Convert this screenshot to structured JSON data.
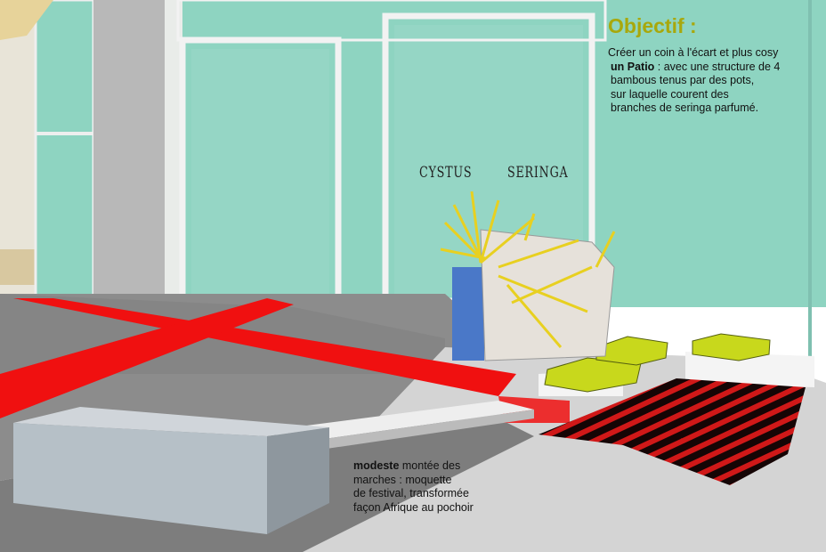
{
  "objective": {
    "title": "Objectif :",
    "lines": [
      "Créer un coin à l'écart et plus cosy",
      "un Patio",
      " : avec une structure de 4",
      "bambous tenus par des pots,",
      "sur laquelle courent des",
      "branches de seringa parfumé."
    ]
  },
  "plant_labels": {
    "cystus": "CYSTUS",
    "seringa": "SERINGA"
  },
  "note": {
    "bold": "modeste",
    "lines": [
      " montée des",
      "marches : moquette",
      "de festival, transformée",
      "façon Afrique au pochoir"
    ]
  },
  "colors": {
    "wall": "#8ed4c1",
    "floor": "#8c8c8c",
    "red": "#f01010",
    "cushion": "#c8d81c",
    "title": "#a8a80c"
  }
}
